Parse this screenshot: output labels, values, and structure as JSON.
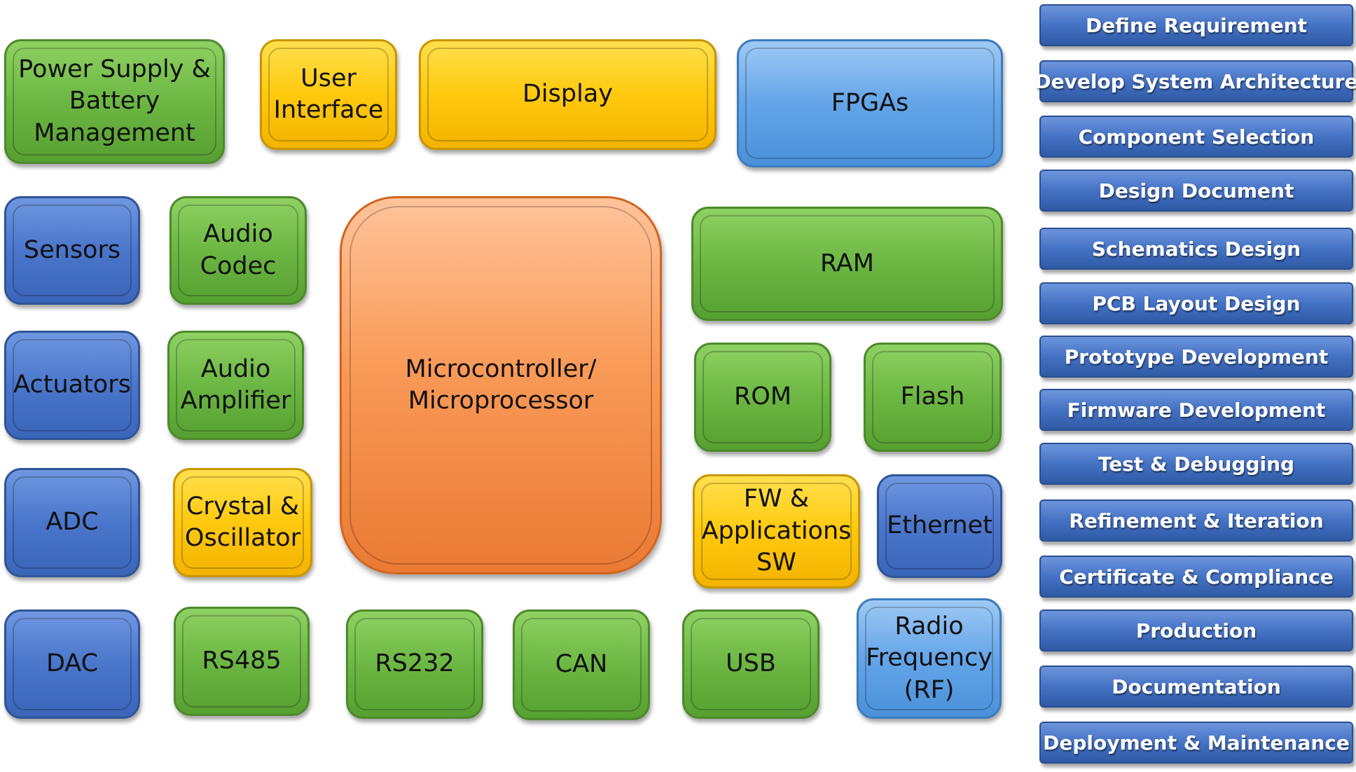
{
  "blocks": {
    "power_supply": "Power Supply &\nBattery\nManagement",
    "user_interface": "User\nInterface",
    "display": "Display",
    "fpgas": "FPGAs",
    "sensors": "Sensors",
    "audio_codec": "Audio\nCodec",
    "microcontroller": "Microcontroller/\nMicroprocessor",
    "ram": "RAM",
    "actuators": "Actuators",
    "audio_amplifier": "Audio\nAmplifier",
    "rom": "ROM",
    "flash": "Flash",
    "adc": "ADC",
    "crystal": "Crystal &\nOscillator",
    "fw_sw": "FW &\nApplications\nSW",
    "ethernet": "Ethernet",
    "dac": "DAC",
    "rs485": "RS485",
    "rs232": "RS232",
    "can": "CAN",
    "usb": "USB",
    "rf": "Radio\nFrequency\n(RF)"
  },
  "colors": {
    "green": "#6cb743",
    "yellow": "#ffc90e",
    "blue": "#4a76cb",
    "light_blue": "#64a5e8",
    "orange": "#f99a58",
    "step_blue": "#4472c4"
  },
  "steps": [
    "Define Requirement",
    "Develop System Architecture",
    "Component Selection",
    "Design Document",
    "Schematics Design",
    "PCB Layout Design",
    "Prototype Development",
    "Firmware Development",
    "Test & Debugging",
    "Refinement & Iteration",
    "Certificate & Compliance",
    "Production",
    "Documentation",
    "Deployment & Maintenance"
  ]
}
